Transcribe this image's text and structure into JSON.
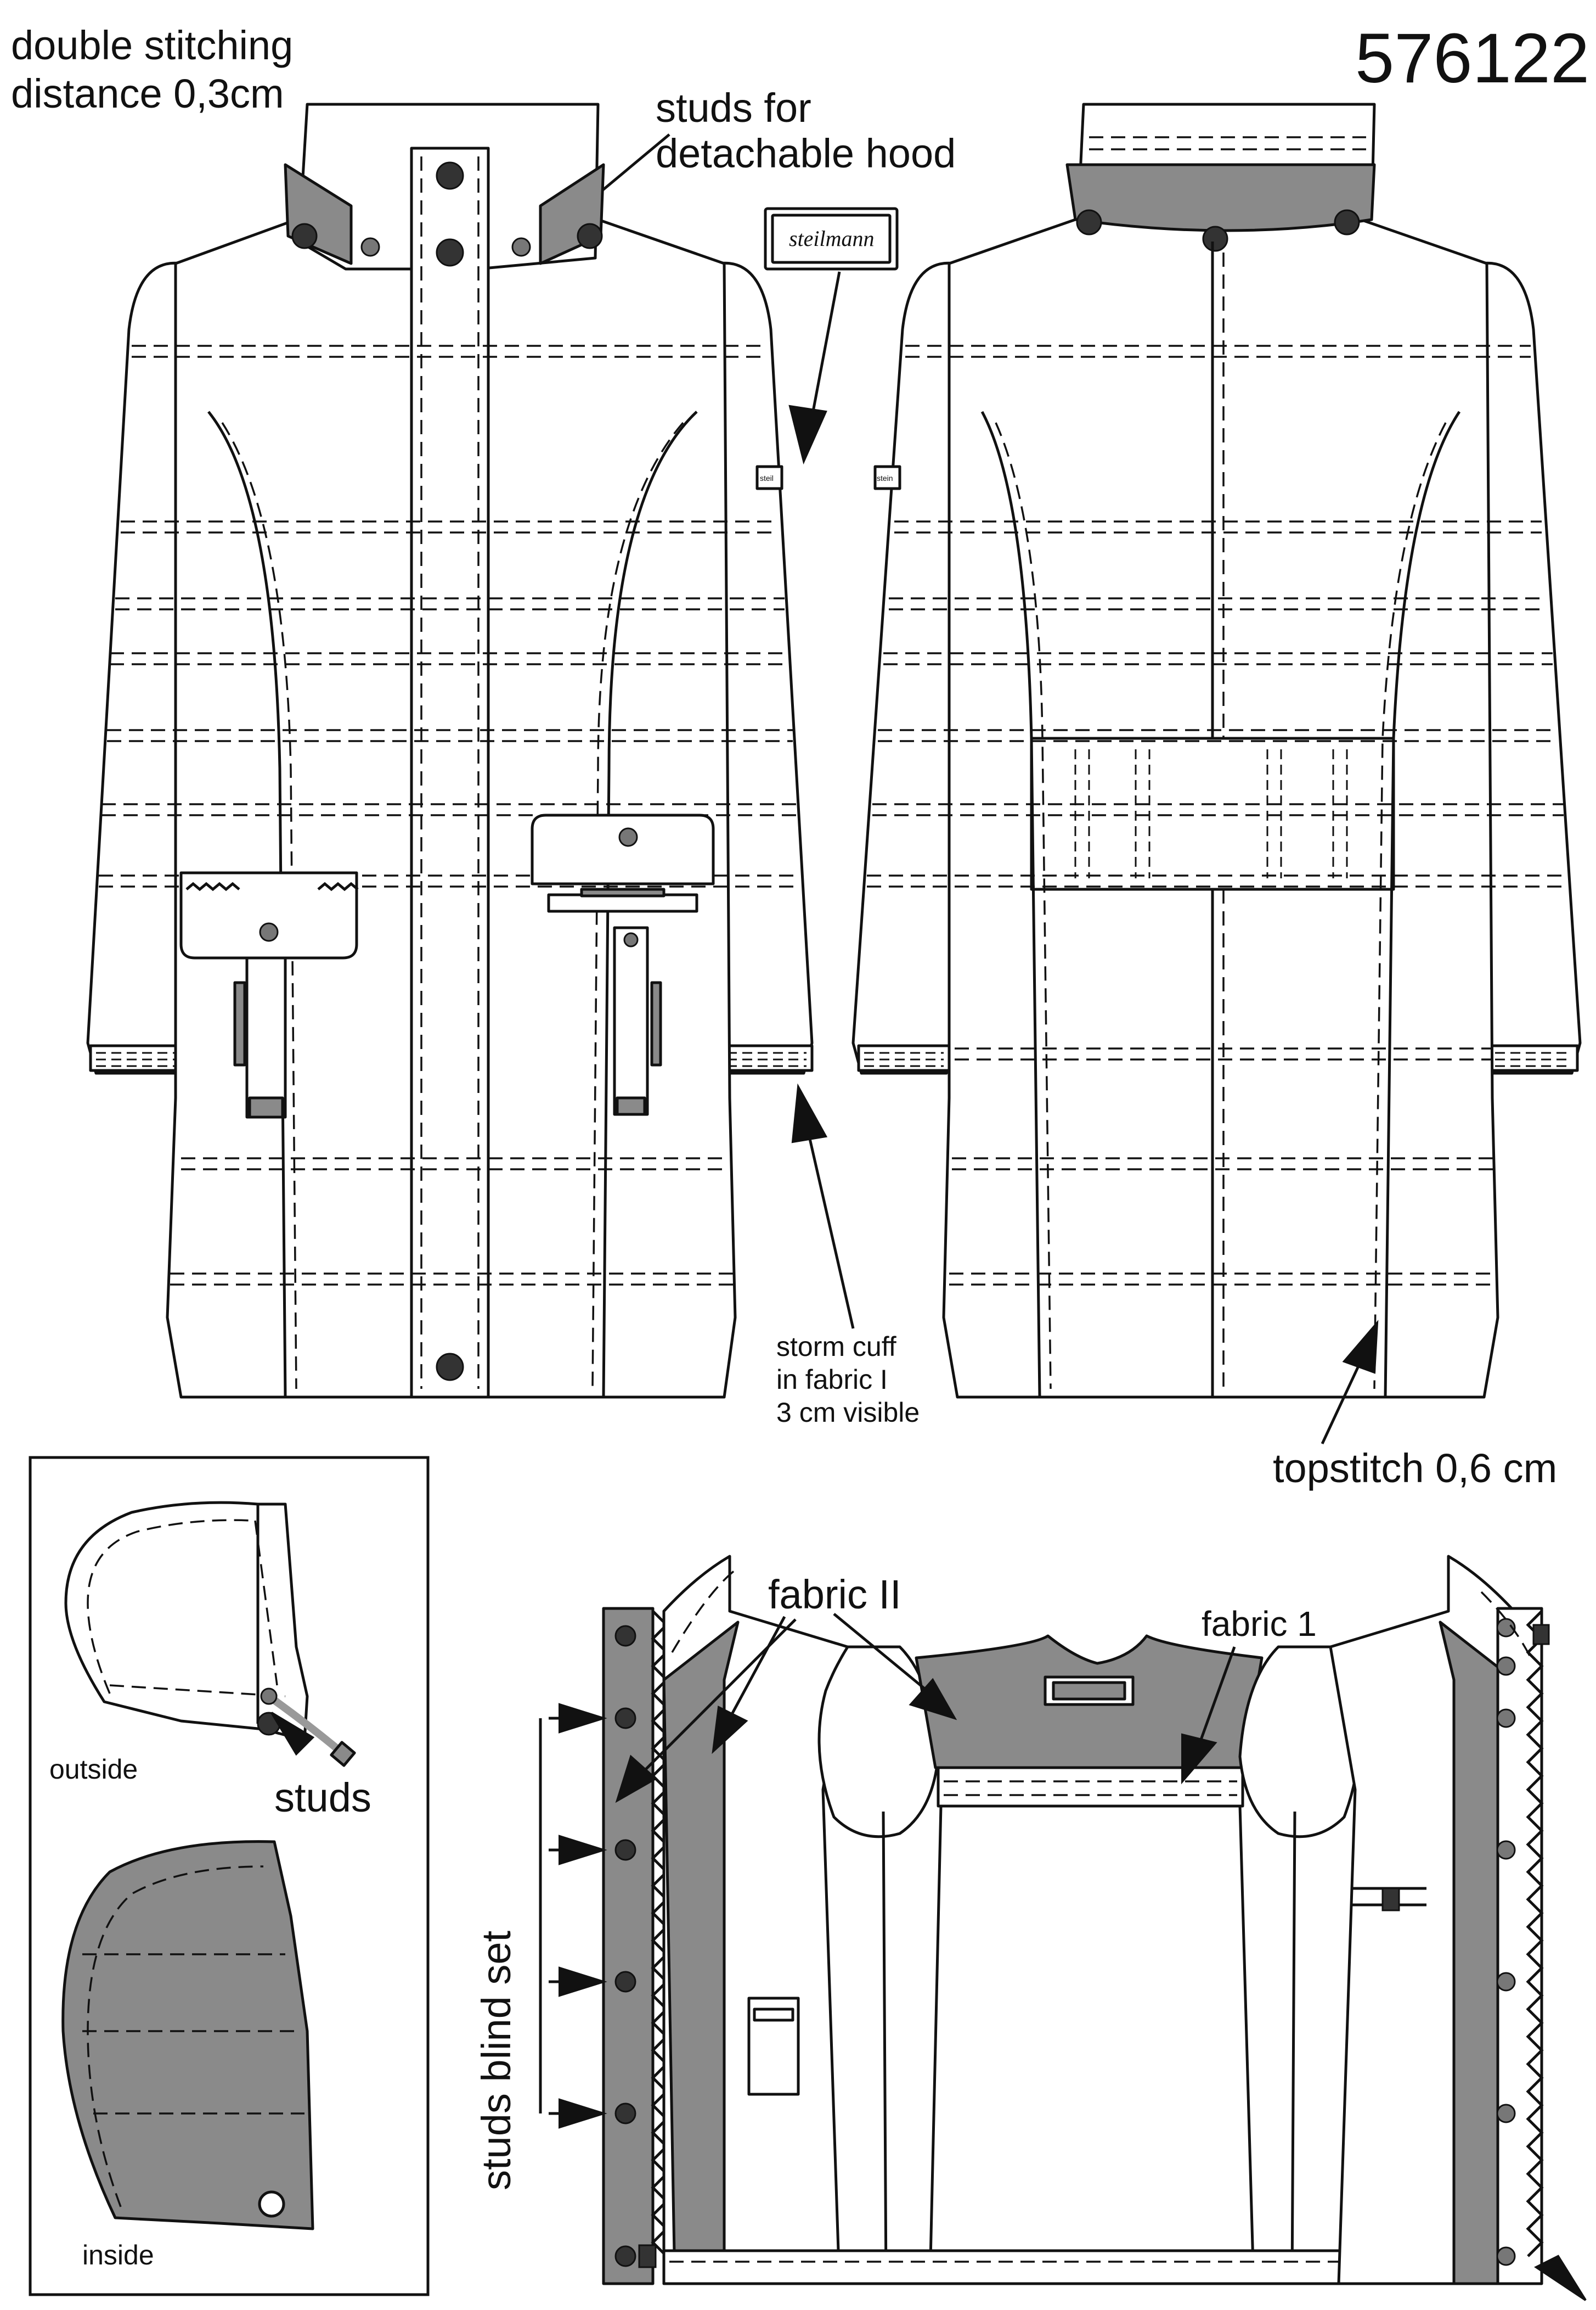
{
  "sheet": {
    "style_number": "576122",
    "colors": {
      "ink": "#111111",
      "fabric_ii": "#8a8a8a",
      "paper": "#ffffff"
    }
  },
  "labels": {
    "double_stitching_line1": "double stitching",
    "double_stitching_line2": "distance 0,3cm",
    "hood_studs_line1": "studs for",
    "hood_studs_line2": "detachable hood",
    "brand_tag": "steilmann",
    "sleeve_tag_front": "steil",
    "sleeve_tag_back": "stein",
    "storm_cuff_line1": "storm cuff",
    "storm_cuff_line2": "in fabric I",
    "storm_cuff_line3": "3 cm visible",
    "topstitch": "topstitch 0,6 cm",
    "hood_outside": "outside",
    "hood_studs": "studs",
    "hood_inside": "inside",
    "studs_blind_set": "studs blind set",
    "fabric_ii": "fabric II",
    "fabric_1": "fabric 1"
  }
}
